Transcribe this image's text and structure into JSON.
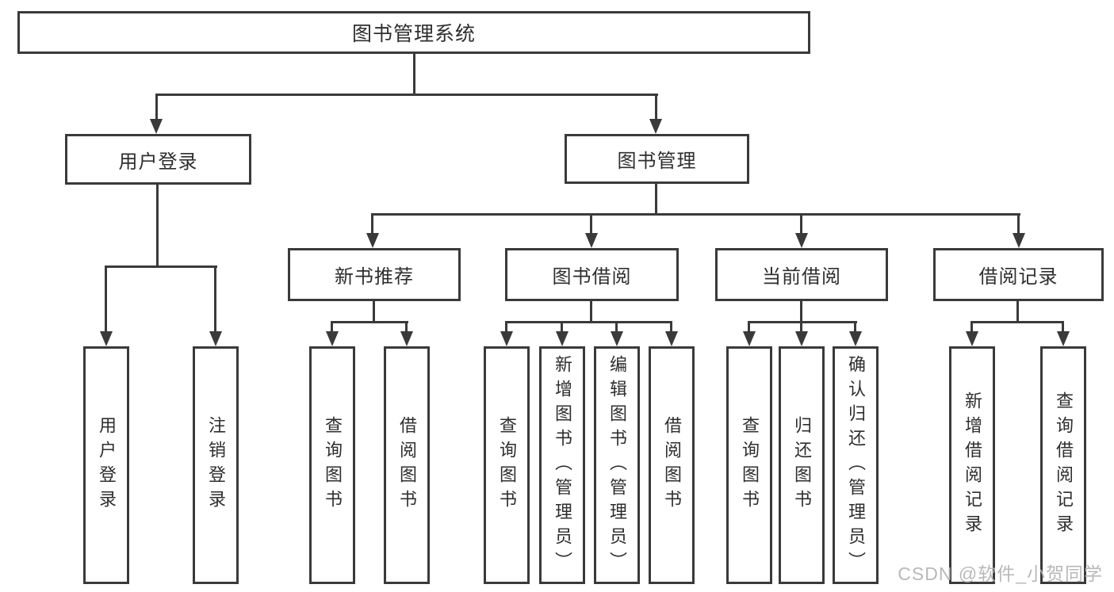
{
  "diagram": {
    "root": {
      "label": "图书管理系统"
    },
    "level2": [
      {
        "label": "用户登录"
      },
      {
        "label": "图书管理"
      }
    ],
    "level3": [
      {
        "label": "新书推荐"
      },
      {
        "label": "图书借阅"
      },
      {
        "label": "当前借阅"
      },
      {
        "label": "借阅记录"
      }
    ],
    "leaves": {
      "user_login": [
        "用户登录",
        "注销登录"
      ],
      "new_books": [
        "查询图书",
        "借阅图书"
      ],
      "book_borrow": [
        "查询图书",
        "新增图书（管理员）",
        "编辑图书（管理员）",
        "借阅图书"
      ],
      "current_borrow": [
        "查询图书",
        "归还图书",
        "确认归还（管理员）"
      ],
      "borrow_records": [
        "新增借阅记录",
        "查询借阅记录"
      ]
    },
    "colors": {
      "line": "#3a3a3a",
      "text": "#2e2e2e",
      "watermark": "#b3b3b3",
      "background": "#ffffff"
    }
  },
  "watermark": {
    "text": "CSDN @软件_小贺同学"
  }
}
